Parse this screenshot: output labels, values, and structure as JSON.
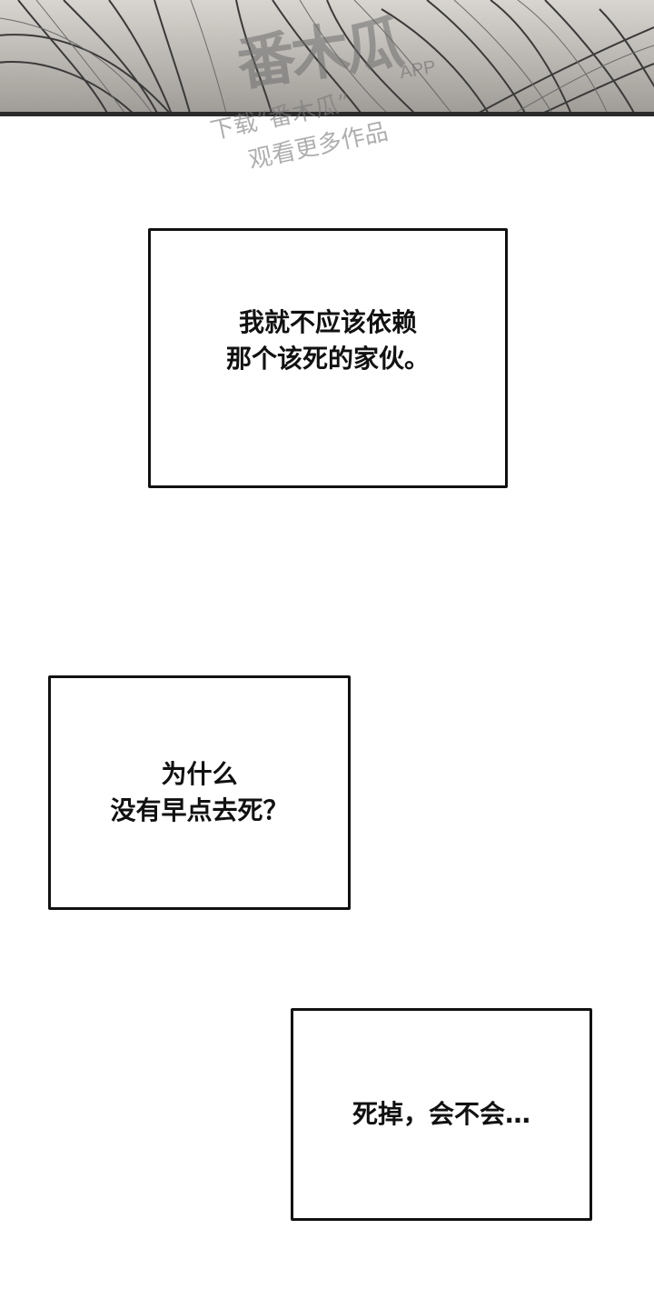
{
  "watermark": {
    "logo_text": "番木瓜",
    "app_text": "APP",
    "line1": "下载“番木瓜”",
    "line2": "观看更多作品"
  },
  "captions": [
    {
      "lines": [
        "我就不应该依赖",
        "那个该死的家伙。"
      ]
    },
    {
      "lines": [
        "为什么",
        "没有早点去死？"
      ]
    },
    {
      "lines": [
        "死掉，会不会…"
      ]
    }
  ],
  "colors": {
    "border": "#111111",
    "background": "#ffffff",
    "panel_tone": "#e6e3df"
  }
}
